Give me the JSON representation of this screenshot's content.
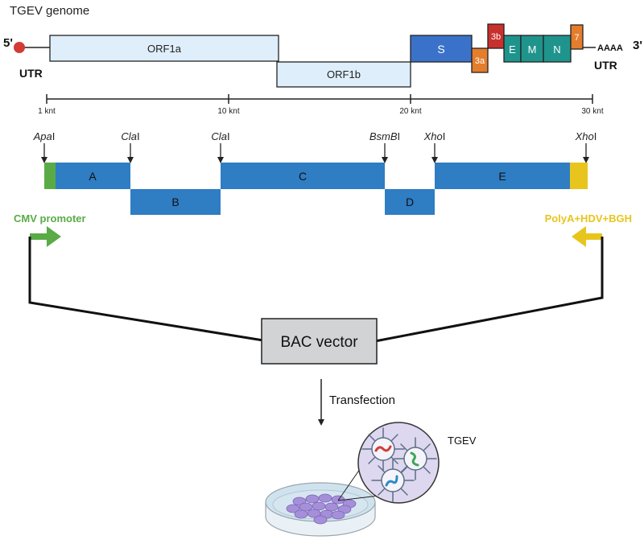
{
  "title": "TGEV genome",
  "genome": {
    "end5": "5'",
    "end3": "3'",
    "utr_left": "UTR",
    "utr_right": "UTR",
    "polya": "AAAA",
    "genes": [
      {
        "label": "ORF1a",
        "color": "#deeefb"
      },
      {
        "label": "ORF1b",
        "color": "#deeefb"
      },
      {
        "label": "S",
        "color": "#3b72c9"
      },
      {
        "label": "3a",
        "color": "#e47d2c"
      },
      {
        "label": "3b",
        "color": "#c9302c"
      },
      {
        "label": "E",
        "color": "#1f948c"
      },
      {
        "label": "M",
        "color": "#1f948c"
      },
      {
        "label": "N",
        "color": "#1f948c"
      },
      {
        "label": "7",
        "color": "#e47d2c"
      }
    ]
  },
  "scale": {
    "ticks": [
      "1 knt",
      "10 knt",
      "20 knt",
      "30 knt"
    ]
  },
  "sites": [
    {
      "italic": "Apa",
      "roman": "I"
    },
    {
      "italic": "Cla",
      "roman": "I"
    },
    {
      "italic": "Cla",
      "roman": "I"
    },
    {
      "italic": "BsmB",
      "roman": "I"
    },
    {
      "italic": "Xho",
      "roman": "I"
    },
    {
      "italic": "Xho",
      "roman": "I"
    }
  ],
  "fragments": [
    "A",
    "B",
    "C",
    "D",
    "E"
  ],
  "colors": {
    "fragment": "#2f7dc3",
    "promoter": "#5aab45",
    "terminator": "#e8c51d",
    "vector_box": "#d1d3d4"
  },
  "promoter_label": "CMV promoter",
  "terminator_label": "PolyA+HDV+BGH",
  "vector_label": "BAC vector",
  "step_label": "Transfection",
  "virus_label": "TGEV"
}
